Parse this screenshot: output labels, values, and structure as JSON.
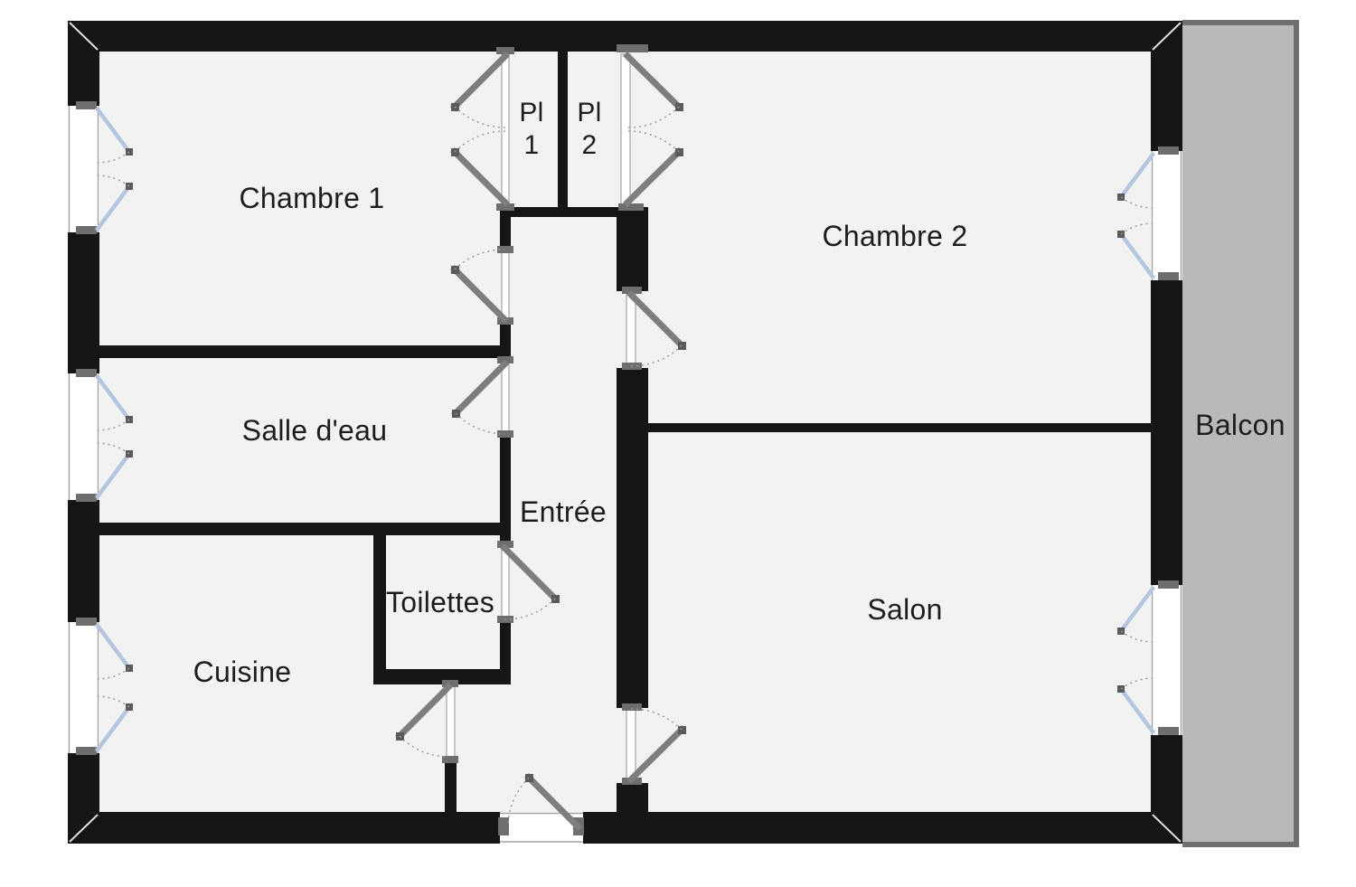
{
  "document": {
    "type": "floor-plan"
  },
  "colors": {
    "background": "#ffffff",
    "floor": "#f2f2f2",
    "wall": "#151515",
    "opening": "#ffffff",
    "frame": "#a3a3a3",
    "jamb": "#6e6e6e",
    "nub": "#5a5a5a",
    "door_leaf": "#7e7e7e",
    "window_leaf": "#b3c6de",
    "arc": "#9a9a9a",
    "balcony_border": "#6f6f6f",
    "balcony_fill": "#b9b9b9",
    "label_text": "#1d1d1d"
  },
  "rooms": [
    {
      "id": "chambre-1",
      "label": "Chambre 1"
    },
    {
      "id": "placard-1",
      "label": "Pl\n1"
    },
    {
      "id": "placard-2",
      "label": "Pl\n2"
    },
    {
      "id": "chambre-2",
      "label": "Chambre 2"
    },
    {
      "id": "salle-deau",
      "label": "Salle d'eau"
    },
    {
      "id": "entree",
      "label": "Entrée"
    },
    {
      "id": "toilettes",
      "label": "Toilettes"
    },
    {
      "id": "cuisine",
      "label": "Cuisine"
    },
    {
      "id": "salon",
      "label": "Salon"
    },
    {
      "id": "balcon",
      "label": "Balcon"
    }
  ]
}
